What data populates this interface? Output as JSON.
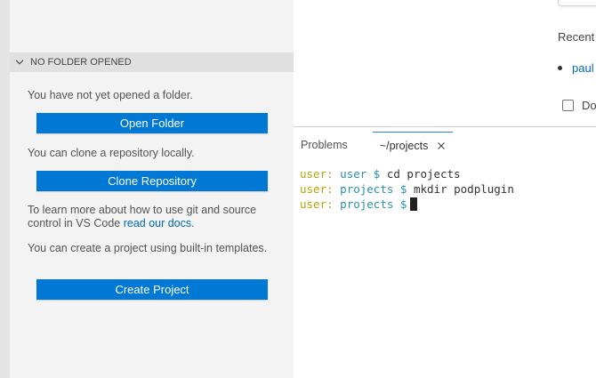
{
  "sidebar": {
    "section_title": "NO FOLDER OPENED",
    "not_opened_text": "You have not yet opened a folder.",
    "open_folder_label": "Open Folder",
    "clone_text": "You can clone a repository locally.",
    "clone_label": "Clone Repository",
    "learn_text_line1": "To learn more about how to use git and source",
    "learn_text_line2_prefix": "control in VS Code ",
    "learn_link": "read our docs",
    "learn_suffix": ".",
    "create_text": "You can create a project using built-in templates.",
    "create_label": "Create Project"
  },
  "welcome": {
    "recent_heading": "Recent",
    "recent_item": "paul",
    "dont_show_label": "Do"
  },
  "panel": {
    "tabs": [
      {
        "label": "Problems"
      },
      {
        "label": "~/projects"
      }
    ],
    "terminal_lines": [
      {
        "user": "user:",
        "path": "user $",
        "command": " cd projects"
      },
      {
        "user": "user:",
        "path": "projects $",
        "command": " mkdir podplugin"
      },
      {
        "user": "user:",
        "path": "projects $",
        "command": ""
      }
    ]
  },
  "colors": {
    "button": "#0078d4",
    "link": "#006ab1",
    "terminal_user": "#b5a40a",
    "terminal_path": "#2a8fb5",
    "active_tab_border": "#2b88d8"
  },
  "icons": [
    "chevron-down-icon",
    "close-icon"
  ]
}
